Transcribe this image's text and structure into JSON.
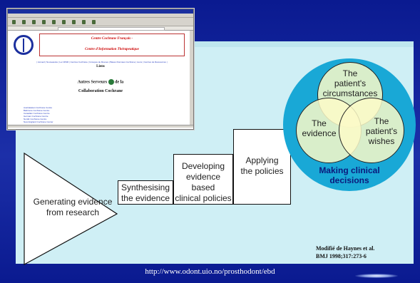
{
  "browser": {
    "header_line1": "Centre Cochrane Français -",
    "header_line2": "Centre d'Information Thérapeutique",
    "nav_links": "| Accueil | Nouveautés | La CDSR | Centres Cochrane | Groupes de Revues | Bases Données Cochrane | Liens | Centres de Ressources |",
    "section_title": "Liens",
    "heading_line1_a": "Autres Serveurs",
    "heading_line1_b": "de la",
    "heading_line2": "Collaboration Cochrane",
    "list_items": [
      "Australasian Cochrane Centre",
      "Baltimore Cochrane Centre",
      "Canadian Cochrane Centre",
      "German Cochrane Centre",
      "Nordic Cochrane Centre",
      "New England Cochrane Center"
    ]
  },
  "diagram": {
    "triangle_label": "Generating evidence\nfrom research",
    "steps": [
      "Synthesising\nthe evidence",
      "Developing\nevidence based\nclinical policies",
      "Applying\nthe policies"
    ]
  },
  "venn": {
    "top": "The\npatient's\ncircumstances",
    "left": "The\nevidence",
    "right": "The\npatient's\nwishes",
    "caption": "Making clinical\ndecisions"
  },
  "citation": {
    "line1": "Modifié de Haynes et al.",
    "line2": "BMJ 1998;317:273-6"
  },
  "footer_url": "http://www.odont.uio.no/prosthodont/ebd"
}
